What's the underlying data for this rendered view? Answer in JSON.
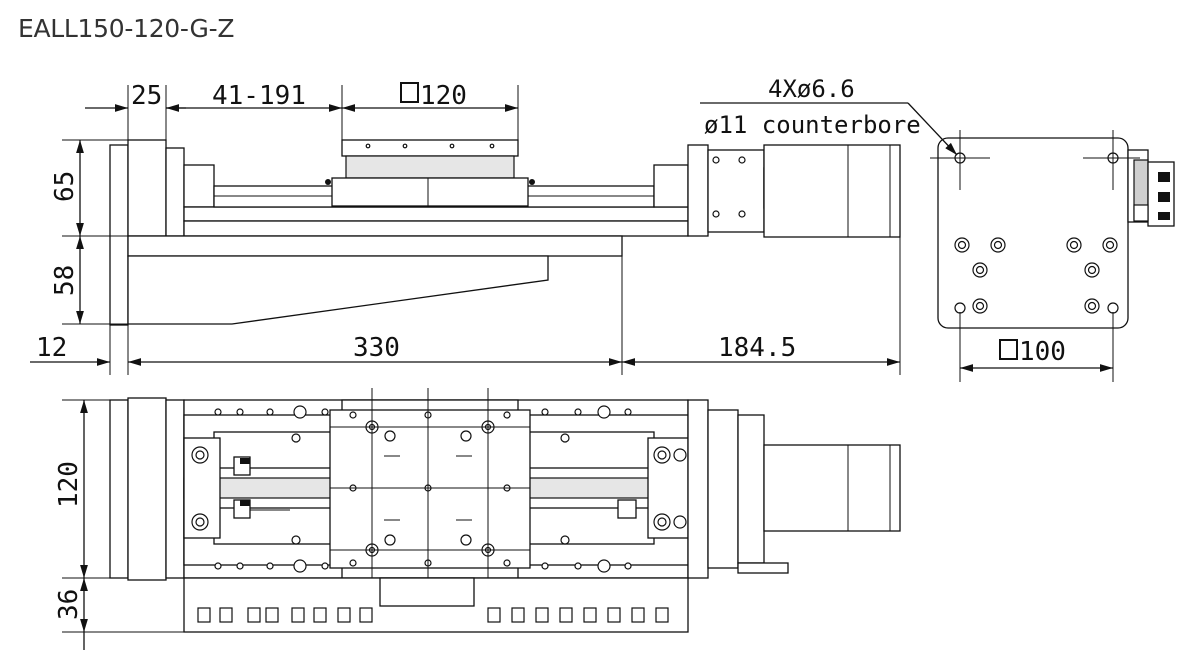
{
  "title": "EALL150-120-G-Z",
  "dimensions": {
    "d25": "25",
    "d41_191": "41-191",
    "d120_square": "120",
    "d65": "65",
    "d58": "58",
    "d12": "12",
    "d330": "330",
    "d184_5": "184.5",
    "d120_width": "120",
    "d36": "36",
    "d100_square": "100"
  },
  "notes": {
    "hole_spec": "4Xø6.6",
    "counterbore": "ø11 counterbore"
  }
}
